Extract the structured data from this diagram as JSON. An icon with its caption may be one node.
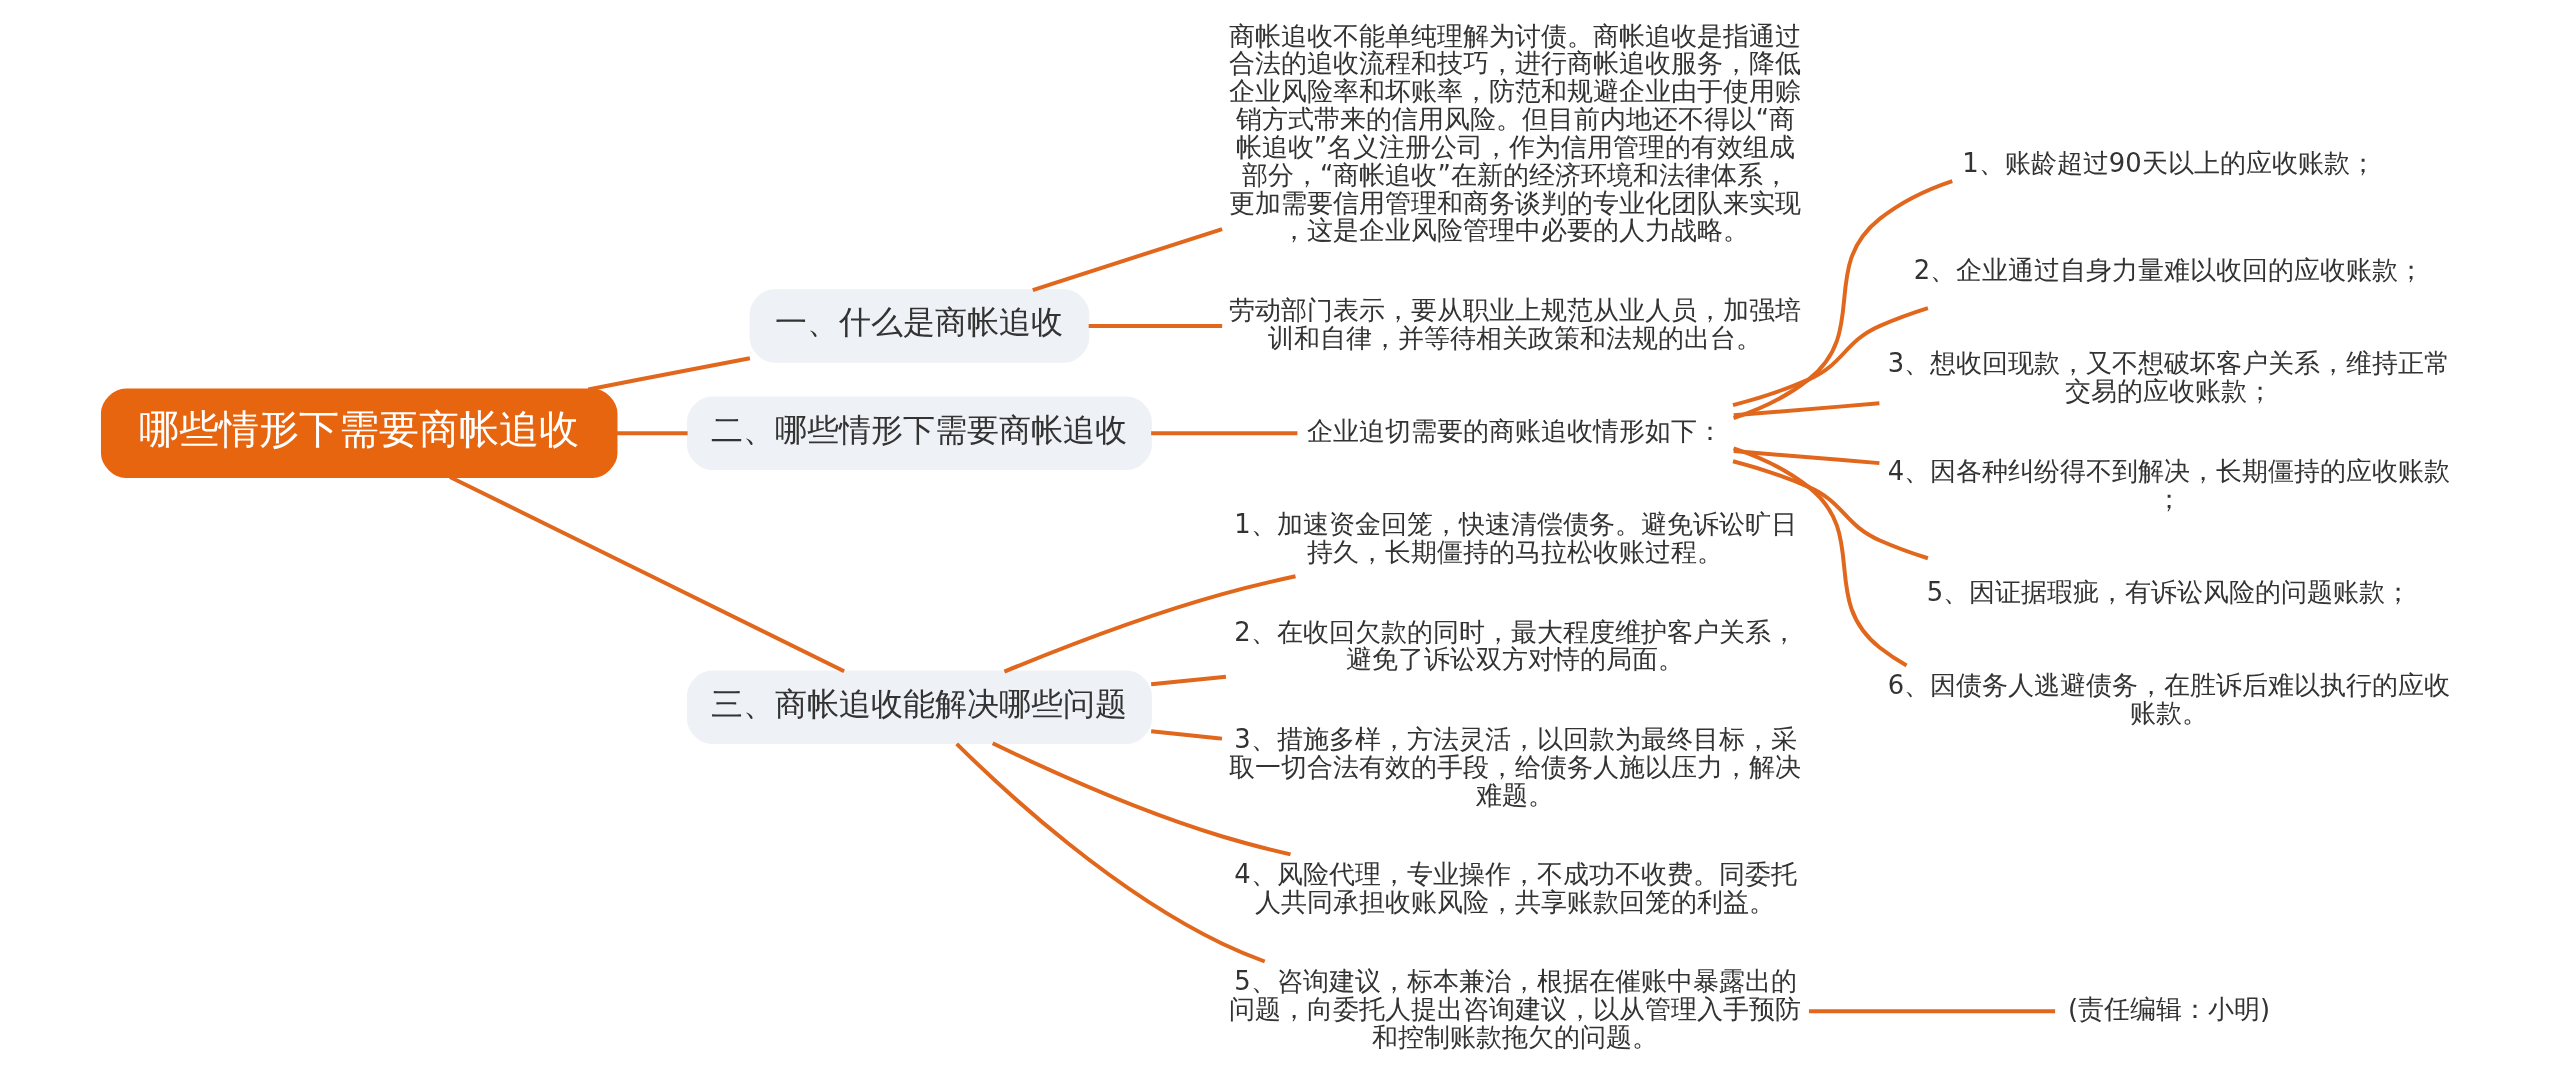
{
  "diagram": {
    "nodes": [
      {
        "text": [
          "哪些情形下需要商帐追收"
        ]
      },
      {
        "text": [
          "一、什么是商帐追收"
        ]
      },
      {
        "text": [
          "商帐追收不能单纯理解为讨债。商帐追收是指通过合法的追收流程和技巧，进行商帐追收服务，降低企业风险率和坏账率，防范和规避企业由于使用赊销方式带来的信用风险。但目前内地还不得以“商帐追收”名义注册公司，作为信用管理的有效组成部分，“商帐追收”在新的经济环境和法律体系，更加需要信用管理和商务谈判的专业化团队来实现，这是企业风险管理中必要的人力战略。"
        ]
      },
      {
        "text": [
          "劳动部门表示，要从职业上规范从业人员，加强培训和自律，并等待相关政策和法规的出台。"
        ]
      },
      {
        "text": [
          "二、哪些情形下需要商帐追收"
        ]
      },
      {
        "text": [
          "企业迫切需要的商账追收情形如下："
        ]
      },
      {
        "text": [
          "1、账龄超过90天以上的应收账款；"
        ]
      },
      {
        "text": [
          "2、企业通过自身力量难以收回的应收账款；"
        ]
      },
      {
        "text": [
          "3、想收回现款，又不想破坏客户关系，维持正常交易的应收账款；"
        ]
      },
      {
        "text": [
          "4、因各种纠纷得不到解决，长期僵持的应收账款；"
        ]
      },
      {
        "text": [
          "5、因证据瑕疵，有诉讼风险的问题账款；"
        ]
      },
      {
        "text": [
          "6、因债务人逃避债务，在胜诉后难以执行的应收账款。"
        ]
      },
      {
        "text": [
          "三、商帐追收能解决哪些问题"
        ]
      },
      {
        "text": [
          "1、加速资金回笼，快速清偿债务。避免诉讼旷日持久，长期僵持的马拉松收账过程。"
        ]
      },
      {
        "text": [
          "2、在收回欠款的同时，最大程度维护客户关系，避免了诉讼双方对恃的局面。"
        ]
      },
      {
        "text": [
          "3、措施多样，方法灵活，以回款为最终目标，采取一切合法有效的手段，给债务人施以压力，解决难题。"
        ]
      },
      {
        "text": [
          "4、风险代理，专业操作，不成功不收费。同委托人共同承担收账风险，共享账款回笼的利益。"
        ]
      },
      {
        "text": [
          "5、咨询建议，标本兼治，根据在催账中暴露出的问题，向委托人提出咨询建议，以从管理入手预防和控制账款拖欠的问题。"
        ]
      },
      {
        "text": [
          "(责任编辑：小明)"
        ]
      }
    ],
    "edges": [
      {
        "from": 0,
        "to": 1,
        "arrow": "none"
      },
      {
        "from": 1,
        "to": 2,
        "arrow": "none"
      },
      {
        "from": 1,
        "to": 3,
        "arrow": "none"
      },
      {
        "from": 0,
        "to": 4,
        "arrow": "none"
      },
      {
        "from": 4,
        "to": 5,
        "arrow": "none"
      },
      {
        "from": 5,
        "to": 6,
        "arrow": "none"
      },
      {
        "from": 5,
        "to": 7,
        "arrow": "none"
      },
      {
        "from": 5,
        "to": 8,
        "arrow": "none"
      },
      {
        "from": 5,
        "to": 9,
        "arrow": "none"
      },
      {
        "from": 5,
        "to": 10,
        "arrow": "none"
      },
      {
        "from": 5,
        "to": 11,
        "arrow": "none"
      },
      {
        "from": 0,
        "to": 12,
        "arrow": "none"
      },
      {
        "from": 12,
        "to": 13,
        "arrow": "none"
      },
      {
        "from": 12,
        "to": 14,
        "arrow": "none"
      },
      {
        "from": 12,
        "to": 15,
        "arrow": "none"
      },
      {
        "from": 12,
        "to": 16,
        "arrow": "none"
      },
      {
        "from": 12,
        "to": 17,
        "arrow": "none"
      },
      {
        "from": 17,
        "to": 18,
        "arrow": "none"
      }
    ]
  }
}
